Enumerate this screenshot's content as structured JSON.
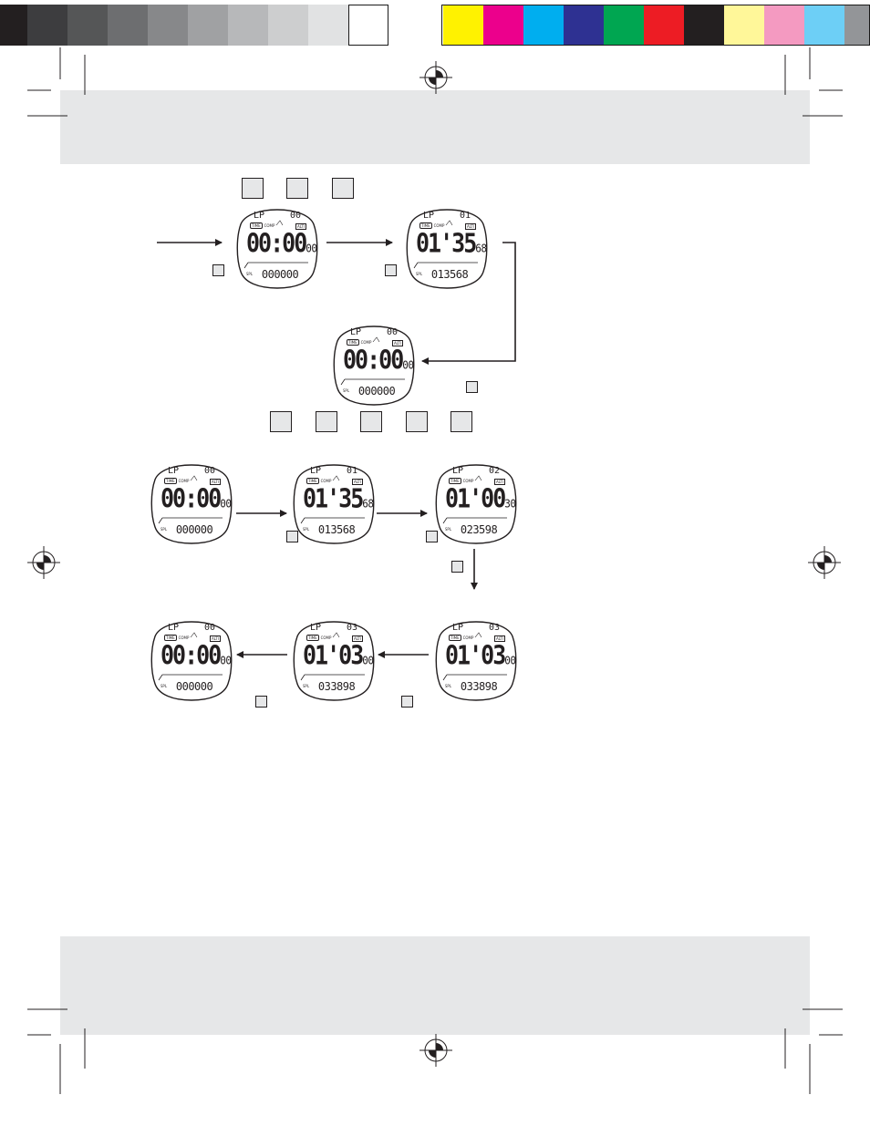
{
  "color_bar": {
    "grays": [
      "#231f20",
      "#3d3d3f",
      "#555657",
      "#6d6e70",
      "#87888a",
      "#a0a1a3",
      "#b7b8ba",
      "#cdcecf",
      "#e1e2e3",
      "#ffffff"
    ],
    "colors": [
      "#fff200",
      "#ec008c",
      "#00aeef",
      "#2e3192",
      "#00a651",
      "#ed1c24",
      "#231f20",
      "#fff799",
      "#f49ac1",
      "#6dcff6",
      "#939598"
    ]
  },
  "watch_labels": {
    "lap": "LP",
    "time": "TIME",
    "comp": "COMP",
    "alti": "ALTI",
    "spl": "SPL"
  },
  "displays": [
    {
      "lap": "00",
      "main": "00:00",
      "hund": "00",
      "spl": "000000"
    },
    {
      "lap": "01",
      "main": "01'35",
      "hund": "68",
      "spl": "013568"
    },
    {
      "lap": "00",
      "main": "00:00",
      "hund": "00",
      "spl": "000000"
    },
    {
      "lap": "00",
      "main": "00:00",
      "hund": "00",
      "spl": "000000"
    },
    {
      "lap": "01",
      "main": "01'35",
      "hund": "68",
      "spl": "013568"
    },
    {
      "lap": "02",
      "main": "01'00",
      "hund": "30",
      "spl": "023598"
    },
    {
      "lap": "00",
      "main": "00:00",
      "hund": "00",
      "spl": "000000"
    },
    {
      "lap": "03",
      "main": "01'03",
      "hund": "00",
      "spl": "033898"
    },
    {
      "lap": "03",
      "main": "01'03",
      "hund": "00",
      "spl": "033898"
    }
  ]
}
